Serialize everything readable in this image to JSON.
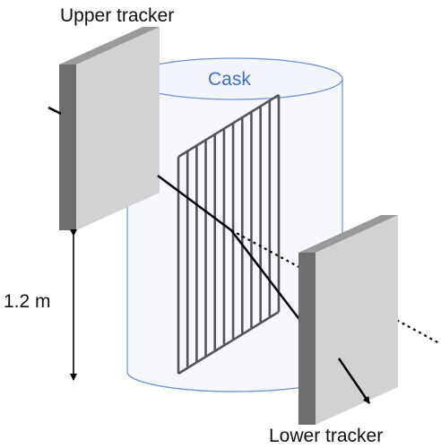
{
  "labels": {
    "upper_tracker": "Upper tracker",
    "lower_tracker": "Lower tracker",
    "cask": "Cask",
    "distance": "1.2 m"
  },
  "colors": {
    "cask_outline": "#6f8fd6",
    "cask_label": "#3f6fce",
    "cask_fill": "#f6f8fd",
    "tracker_front": "#d2d2d2",
    "tracker_side": "#6e6e6e",
    "tracker_top": "#9a9a9a",
    "grid_stroke": "#555555",
    "track": "#000000"
  },
  "grid": {
    "wire_count": 12
  }
}
